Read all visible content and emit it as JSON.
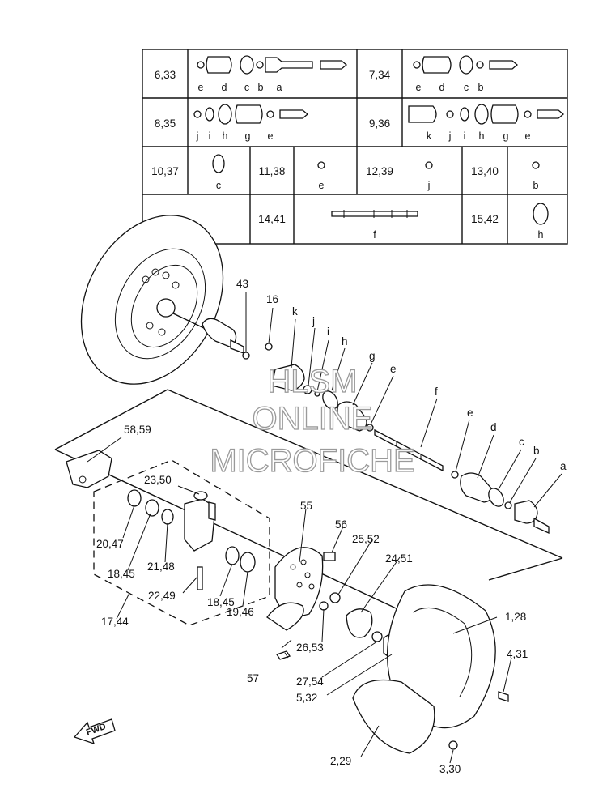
{
  "kit_table": {
    "rows": [
      [
        {
          "label": "6,33",
          "letters": [
            "e",
            "d",
            "c",
            "b",
            "a"
          ]
        },
        {
          "label": "7,34",
          "letters": [
            "e",
            "d",
            "c",
            "b"
          ]
        }
      ],
      [
        {
          "label": "8,35",
          "letters": [
            "j",
            "i",
            "h",
            "g",
            "e"
          ]
        },
        {
          "label": "9,36",
          "letters": [
            "k",
            "j",
            "i",
            "h",
            "g",
            "e"
          ]
        }
      ],
      [
        {
          "label": "10,37",
          "letters": [
            "c"
          ]
        },
        {
          "label": "11,38",
          "letters": [
            "e"
          ]
        },
        {
          "label": "12,39",
          "letters": [
            "j"
          ]
        },
        {
          "label": "13,40",
          "letters": [
            "b"
          ]
        }
      ],
      [
        {
          "label": "14,41",
          "letters": [
            "f"
          ]
        },
        {
          "label": "15,42",
          "letters": [
            "h"
          ]
        }
      ]
    ]
  },
  "callouts": {
    "p43": "43",
    "p16": "16",
    "pk": "k",
    "pj": "j",
    "pi": "i",
    "ph": "h",
    "pg": "g",
    "pe1": "e",
    "pf": "f",
    "pe2": "e",
    "pd": "d",
    "pc": "c",
    "pb": "b",
    "pa": "a",
    "p58_59": "58,59",
    "p23_50": "23,50",
    "p55": "55",
    "p56": "56",
    "p25_52": "25,52",
    "p24_51": "24,51",
    "p20_47": "20,47",
    "p18_45a": "18,45",
    "p21_48": "21,48",
    "p22_49": "22,49",
    "p18_45b": "18,45",
    "p19_46": "19,46",
    "p17_44": "17,44",
    "p26_53": "26,53",
    "p1_28": "1,28",
    "p4_31": "4,31",
    "p57": "57",
    "p27_54": "27,54",
    "p5_32": "5,32",
    "p2_29": "2,29",
    "p3_30": "3,30"
  },
  "watermark": {
    "line1": "HLSM",
    "line2": "ONLINE",
    "line3": "MICROFICHE"
  },
  "fwd_label": "FWD"
}
